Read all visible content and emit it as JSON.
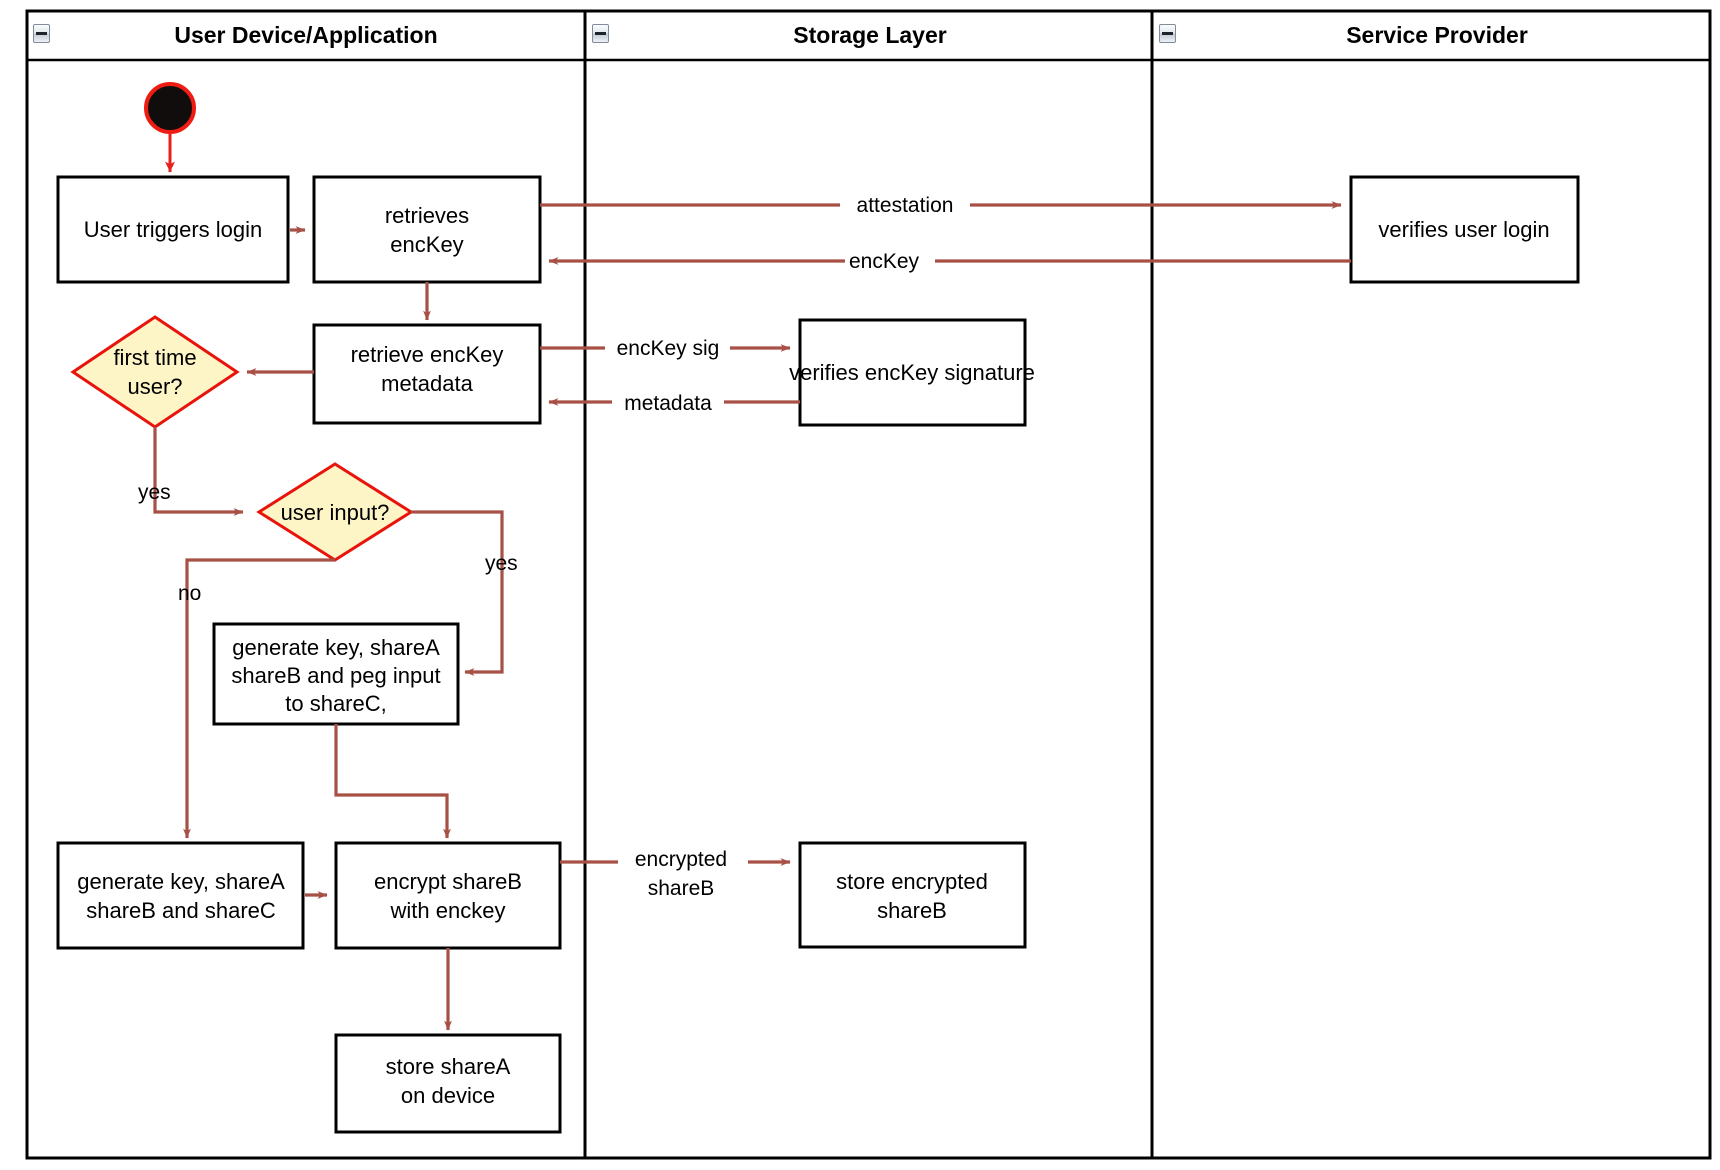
{
  "diagram": {
    "type": "uml-activity-swimlane",
    "title": "Login and key-share provisioning activity diagram",
    "colors": {
      "decision_fill": "#fdf5c6",
      "decision_stroke": "#e8140c",
      "flow_arrow": "#a65046",
      "start_arrow": "#e8201a",
      "node_stroke": "#000000",
      "node_fill": "#ffffff",
      "lane_border": "#000000"
    }
  },
  "lanes": [
    {
      "id": "user-device",
      "title": "User Device/Application",
      "collapse_icon": "collapse-minus-icon"
    },
    {
      "id": "storage-layer",
      "title": "Storage Layer",
      "collapse_icon": "collapse-minus-icon"
    },
    {
      "id": "service-provider",
      "title": "Service Provider",
      "collapse_icon": "collapse-minus-icon"
    }
  ],
  "nodes": {
    "start": {
      "kind": "initial-node",
      "label": ""
    },
    "user_triggers_login": {
      "kind": "action",
      "lines": [
        "User triggers login"
      ]
    },
    "retrieves_enckey": {
      "kind": "action",
      "lines": [
        "retrieves",
        "encKey"
      ]
    },
    "verifies_user_login": {
      "kind": "action",
      "lines": [
        "verifies user login"
      ]
    },
    "retrieve_enckey_metadata": {
      "kind": "action",
      "lines": [
        "retrieve encKey",
        "metadata"
      ]
    },
    "verifies_enckey_signature": {
      "kind": "action",
      "lines": [
        "verifies encKey signature"
      ]
    },
    "first_time_user": {
      "kind": "decision",
      "lines": [
        "first time",
        "user?"
      ]
    },
    "user_input": {
      "kind": "decision",
      "lines": [
        "user input?"
      ]
    },
    "generate_peg": {
      "kind": "action",
      "lines": [
        "generate key, shareA",
        "shareB and peg input",
        "to shareC,"
      ]
    },
    "generate_abc": {
      "kind": "action",
      "lines": [
        "generate key, shareA",
        "shareB and shareC"
      ]
    },
    "encrypt_shareb": {
      "kind": "action",
      "lines": [
        "encrypt shareB",
        "with enckey"
      ]
    },
    "store_encrypted_shareb": {
      "kind": "action",
      "lines": [
        "store encrypted",
        "shareB"
      ]
    },
    "store_sharea": {
      "kind": "action",
      "lines": [
        "store shareA",
        "on device"
      ]
    }
  },
  "edge_labels": {
    "attestation": "attestation",
    "enckey": "encKey",
    "enckey_sig": "encKey sig",
    "metadata": "metadata",
    "yes_first_time": "yes",
    "yes_user_input": "yes",
    "no_user_input": "no",
    "encrypted_shareb_1": "encrypted",
    "encrypted_shareb_2": "shareB"
  }
}
